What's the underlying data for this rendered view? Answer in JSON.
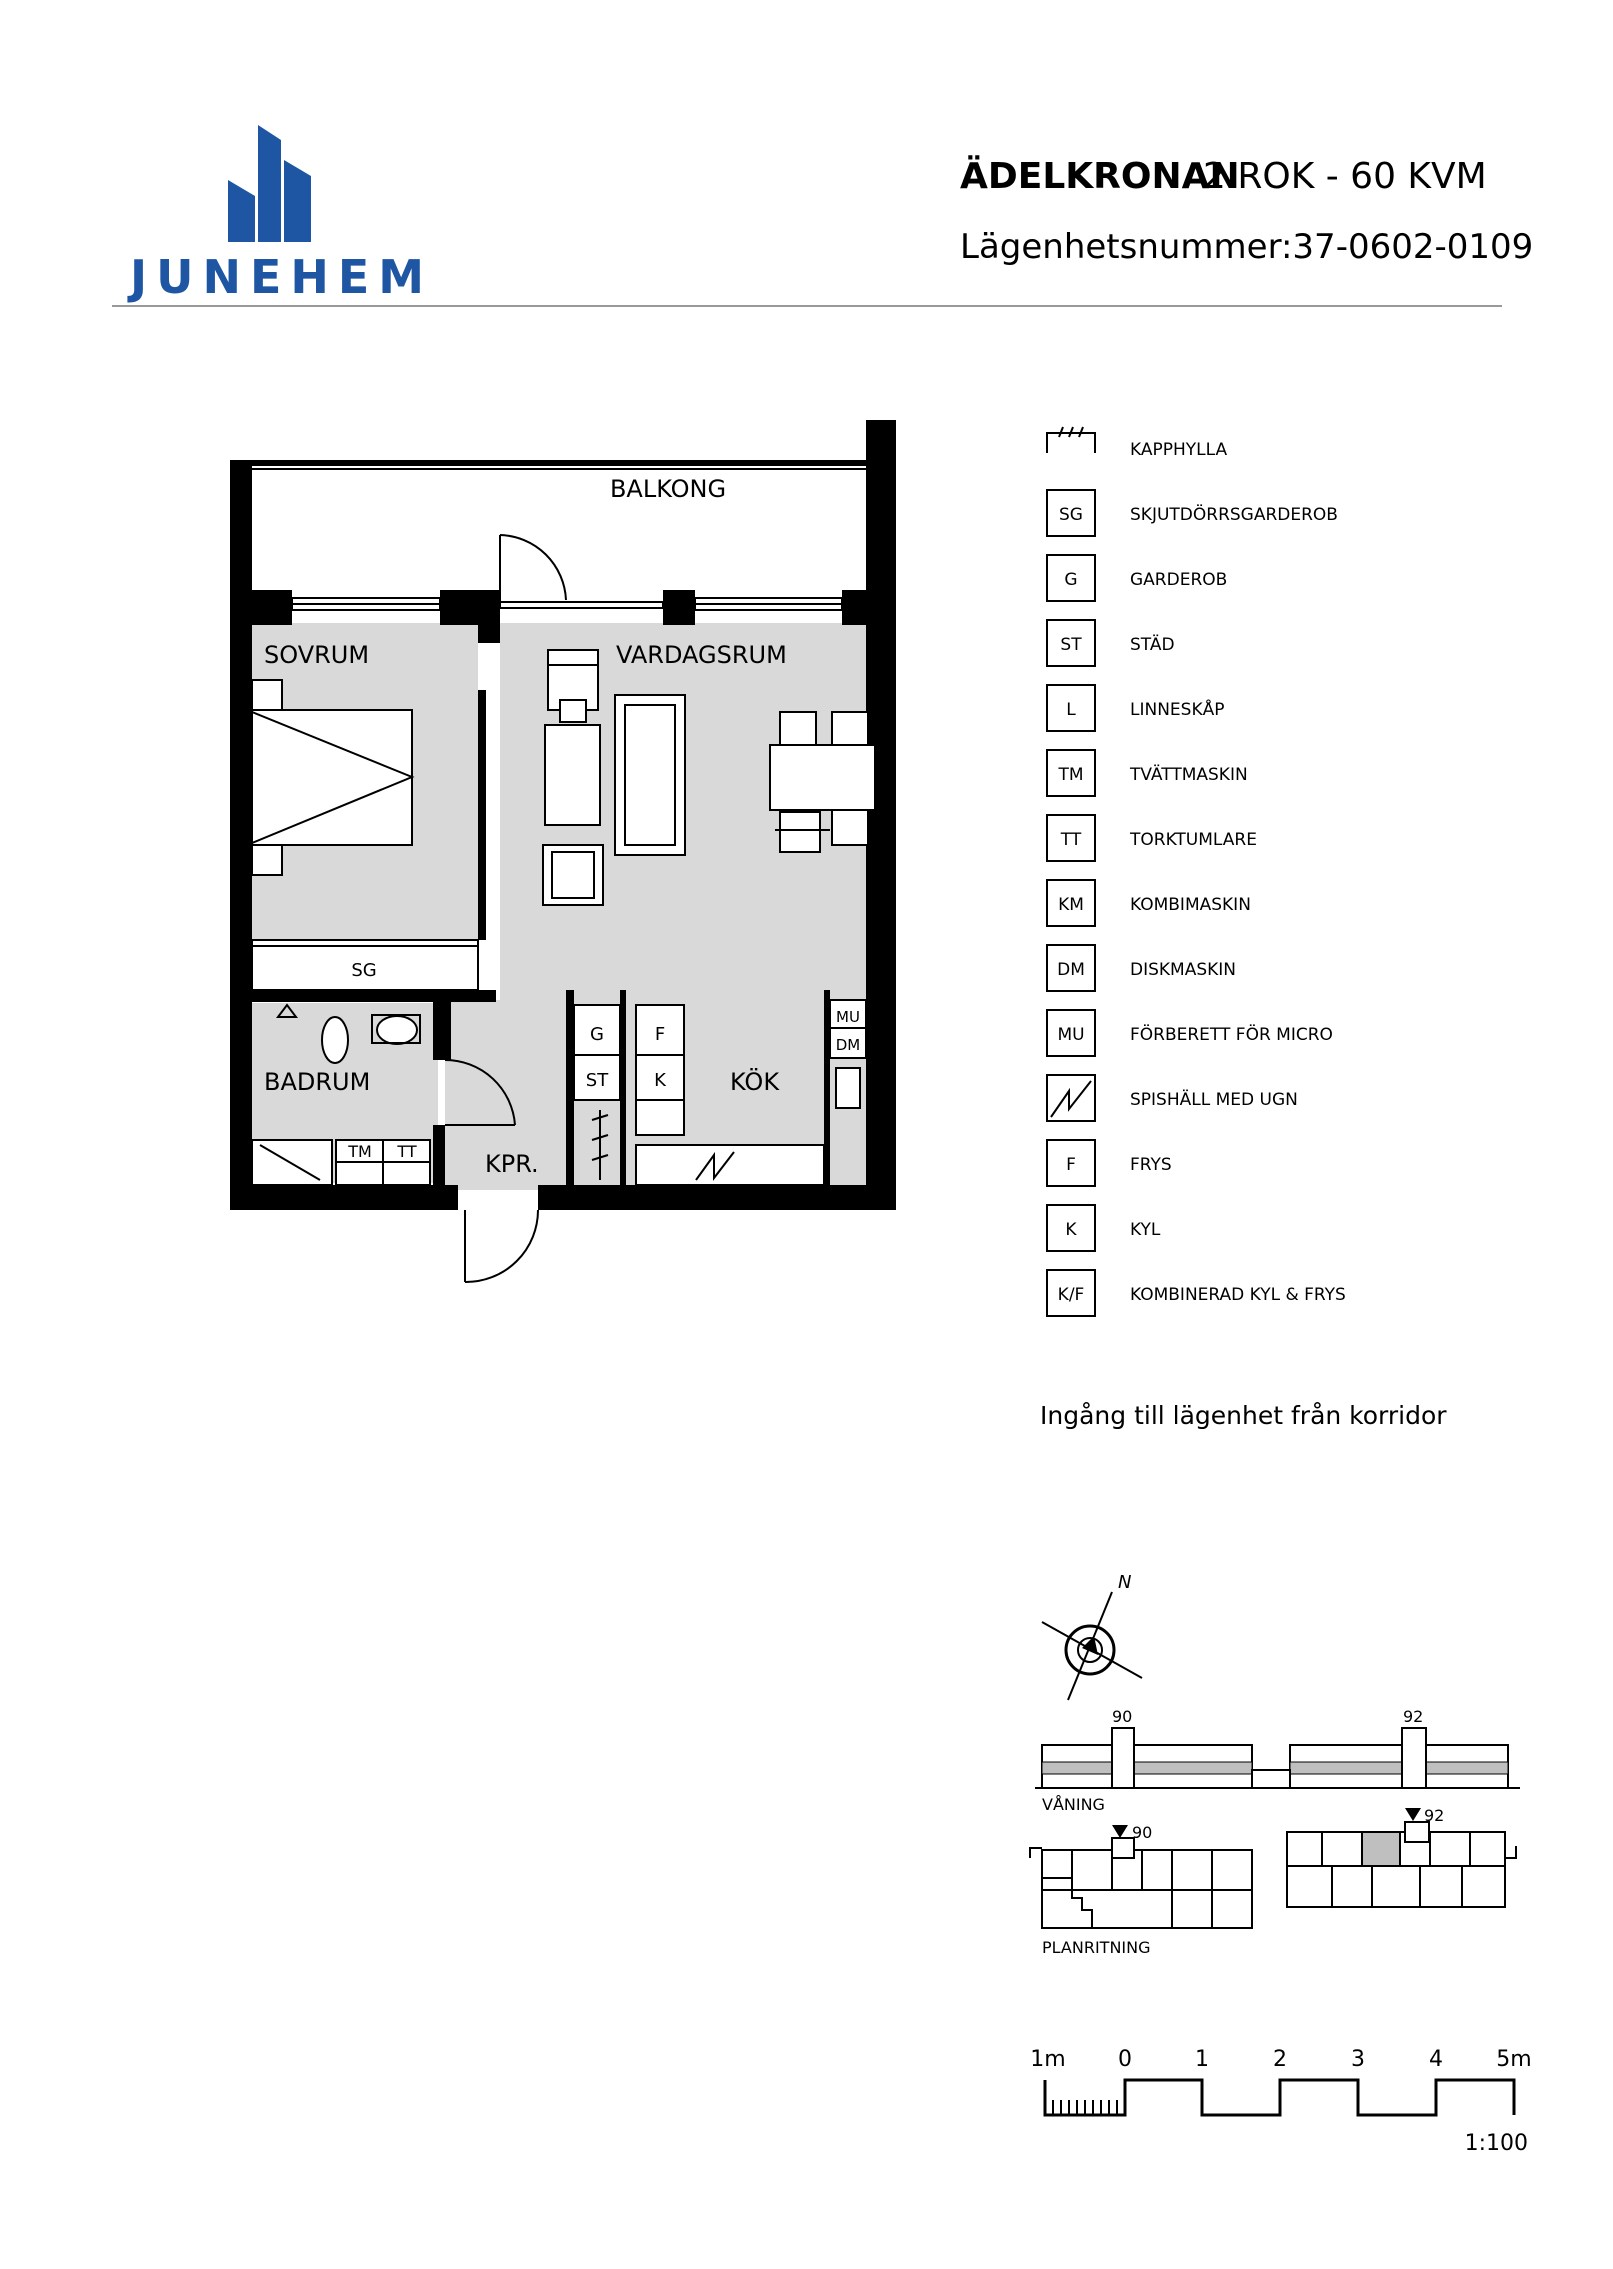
{
  "header": {
    "brand": "JUNEHEM",
    "project": "ÄDELKRONAN",
    "apartment_size": "2 ROK - 60 KVM",
    "apartment_number": "Lägenhetsnummer:37-0602-0109"
  },
  "colors": {
    "brand_blue": "#1f56a3",
    "room_fill": "#d9d9d9",
    "wall": "#000000",
    "highlight": "#bfbfbf"
  },
  "rooms": {
    "balkong": "BALKONG",
    "sovrum": "SOVRUM",
    "vardagsrum": "VARDAGSRUM",
    "badrum": "BADRUM",
    "kok": "KÖK",
    "kpr": "KPR."
  },
  "fixtures": {
    "sg": "SG",
    "g": "G",
    "st": "ST",
    "f": "F",
    "k": "K",
    "tm": "TM",
    "tt": "TT",
    "mu": "MU",
    "dm": "DM"
  },
  "legend": [
    {
      "symbol": "",
      "icon": "kapphylla-icon",
      "label": "KAPPHYLLA"
    },
    {
      "symbol": "SG",
      "label": "SKJUTDÖRRSGARDEROB"
    },
    {
      "symbol": "G",
      "label": "GARDEROB"
    },
    {
      "symbol": "ST",
      "label": "STÄD"
    },
    {
      "symbol": "L",
      "label": "LINNESKÅP"
    },
    {
      "symbol": "TM",
      "label": "TVÄTTMASKIN"
    },
    {
      "symbol": "TT",
      "label": "TORKTUMLARE"
    },
    {
      "symbol": "KM",
      "label": "KOMBIMASKIN"
    },
    {
      "symbol": "DM",
      "label": "DISKMASKIN"
    },
    {
      "symbol": "MU",
      "label": "FÖRBERETT FÖR MICRO"
    },
    {
      "symbol": "",
      "icon": "spishall-icon",
      "label": "SPISHÄLL MED UGN"
    },
    {
      "symbol": "F",
      "label": "FRYS"
    },
    {
      "symbol": "K",
      "label": "KYL"
    },
    {
      "symbol": "K/F",
      "label": "KOMBINERAD KYL & FRYS"
    }
  ],
  "entrance_note": "Ingång till lägenhet från korridor",
  "compass": {
    "north": "N"
  },
  "key_plan": {
    "elevation_a": "90",
    "elevation_b": "92",
    "vaning_label": "VÅNING",
    "plan_a": "90",
    "plan_b": "92",
    "planritning_label": "PLANRITNING"
  },
  "scale_bar": {
    "labels": [
      "1m",
      "0",
      "1",
      "2",
      "3",
      "4",
      "5m"
    ],
    "ratio": "1:100"
  }
}
